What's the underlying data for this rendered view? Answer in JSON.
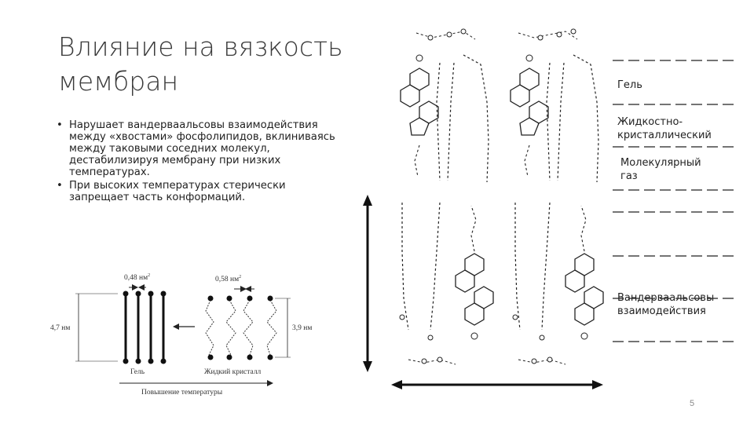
{
  "slide": {
    "title_lines": [
      "Влияние на вязкость",
      "мембран"
    ],
    "bullets": [
      "Нарушает вандерваальсовы взаимодействия между «хвостами» фосфолипидов, вклиниваясь между таковыми соседних молекул, дестабилизируя мембрану при низких температурах.",
      "При высоких температурах стерически запрещает часть конформаций."
    ],
    "page_number": "5"
  },
  "left_figure": {
    "area_top_label": "0,48 нм",
    "area_top_sup": "2",
    "area_right_label": "0,58 нм",
    "area_right_sup": "2",
    "height_left": "4,7 нм",
    "height_right": "3,9 нм",
    "gel_label": "Гель",
    "liquid_label": "Жидкий кристалл",
    "temperature_label": "Повышение температуры"
  },
  "right_labels": {
    "gel": "Гель",
    "liquid_crystal_1": "Жидкостно-",
    "liquid_crystal_2": "кристаллический",
    "molecular_gas_1": "Молекулярный",
    "molecular_gas_2": "газ",
    "vdw_1": "Вандерваальсовы",
    "vdw_2": "взаимодействия"
  }
}
